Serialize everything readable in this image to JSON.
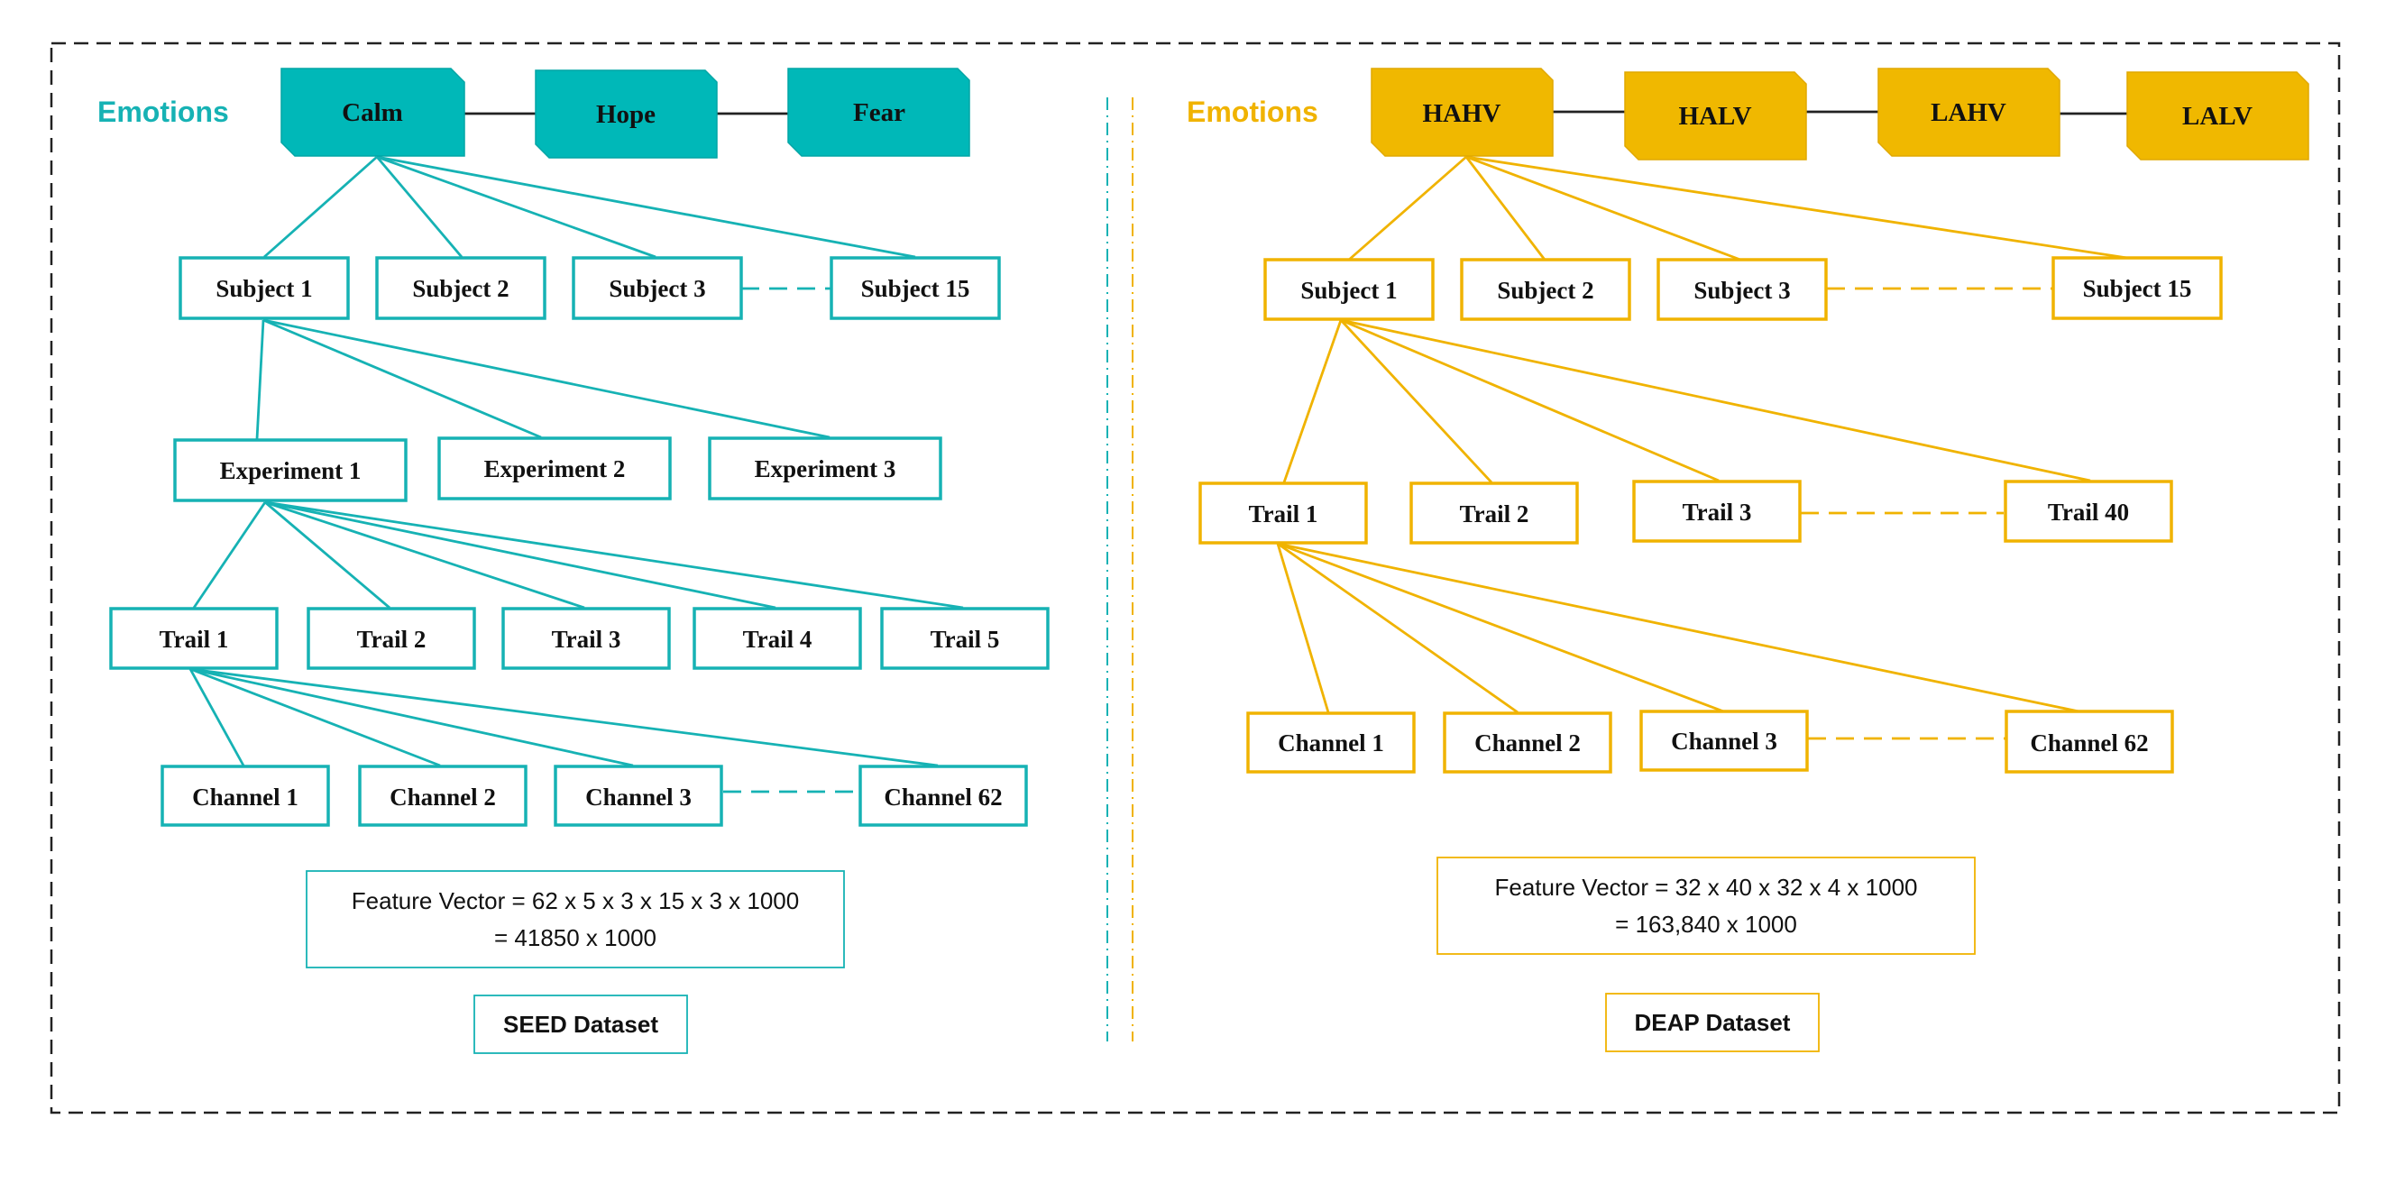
{
  "colors": {
    "teal": "#16b2b4",
    "teal_fill": "#00b8b8",
    "gold": "#f0b300",
    "gold_fill": "#f0b800",
    "frame": "#222222"
  },
  "left": {
    "emotions_label": "Emotions",
    "emotions": [
      "Calm",
      "Hope",
      "Fear"
    ],
    "subjects": [
      "Subject 1",
      "Subject 2",
      "Subject 3",
      "Subject 15"
    ],
    "experiments": [
      "Experiment 1",
      "Experiment 2",
      "Experiment 3"
    ],
    "trails": [
      "Trail 1",
      "Trail 2",
      "Trail 3",
      "Trail 4",
      "Trail 5"
    ],
    "channels": [
      "Channel 1",
      "Channel 2",
      "Channel 3",
      "Channel 62"
    ],
    "feature_line1": "Feature Vector = 62 x 5 x 3 x 15 x 3 x 1000",
    "feature_line2": "= 41850 x 1000",
    "dataset": "SEED Dataset"
  },
  "right": {
    "emotions_label": "Emotions",
    "emotions": [
      "HAHV",
      "HALV",
      "LAHV",
      "LALV"
    ],
    "subjects": [
      "Subject 1",
      "Subject 2",
      "Subject 3",
      "Subject 15"
    ],
    "trails": [
      "Trail 1",
      "Trail 2",
      "Trail 3",
      "Trail 40"
    ],
    "channels": [
      "Channel 1",
      "Channel 2",
      "Channel 3",
      "Channel 62"
    ],
    "feature_line1": "Feature Vector = 32 x 40 x 32 x 4 x 1000",
    "feature_line2": "= 163,840 x 1000",
    "dataset": "DEAP Dataset"
  }
}
